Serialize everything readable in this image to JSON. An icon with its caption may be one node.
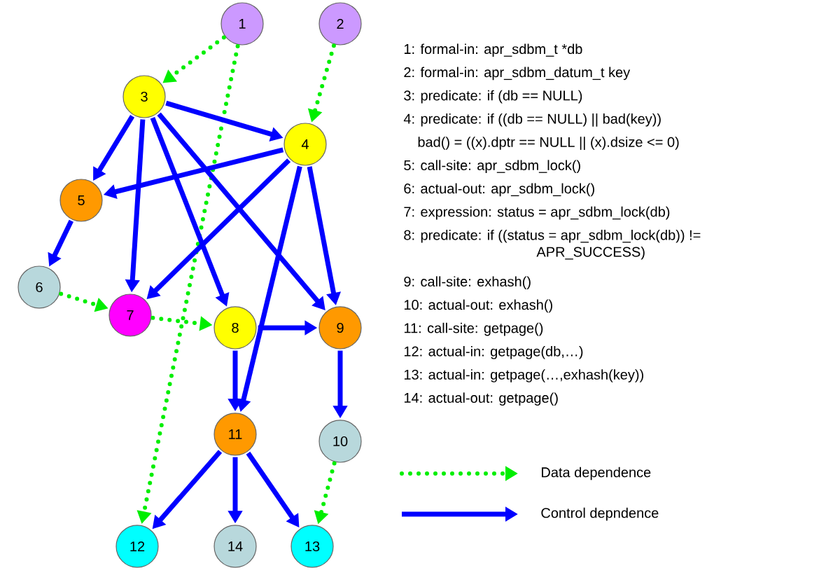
{
  "diagram": {
    "nodes": [
      {
        "text": [
          "1"
        ]
      },
      {
        "text": [
          "2"
        ]
      },
      {
        "text": [
          "3"
        ]
      },
      {
        "text": [
          "4"
        ]
      },
      {
        "text": [
          "5"
        ]
      },
      {
        "text": [
          "6"
        ]
      },
      {
        "text": [
          "7"
        ]
      },
      {
        "text": [
          "8"
        ]
      },
      {
        "text": [
          "9"
        ]
      },
      {
        "text": [
          "10"
        ]
      },
      {
        "text": [
          "11"
        ]
      },
      {
        "text": [
          "12"
        ]
      },
      {
        "text": [
          "13"
        ]
      },
      {
        "text": [
          "14"
        ]
      }
    ],
    "edges": [
      {
        "from": 0,
        "to": 2,
        "arrow": "to",
        "style": "dashed",
        "color": "#00ee00"
      },
      {
        "from": 0,
        "to": 11,
        "arrow": "to",
        "style": "dashed",
        "color": "#00ee00"
      },
      {
        "from": 1,
        "to": 3,
        "arrow": "to",
        "style": "dashed",
        "color": "#00ee00"
      },
      {
        "from": 2,
        "to": 3,
        "arrow": "to"
      },
      {
        "from": 2,
        "to": 4,
        "arrow": "to"
      },
      {
        "from": 2,
        "to": 6,
        "arrow": "to"
      },
      {
        "from": 2,
        "to": 7,
        "arrow": "to"
      },
      {
        "from": 2,
        "to": 8,
        "arrow": "to"
      },
      {
        "from": 3,
        "to": 4,
        "arrow": "to"
      },
      {
        "from": 3,
        "to": 6,
        "arrow": "to"
      },
      {
        "from": 3,
        "to": 8,
        "arrow": "to"
      },
      {
        "from": 3,
        "to": 10,
        "arrow": "to"
      },
      {
        "from": 4,
        "to": 5,
        "arrow": "to"
      },
      {
        "from": 5,
        "to": 6,
        "arrow": "to",
        "style": "dashed",
        "color": "#00ee00"
      },
      {
        "from": 6,
        "to": 7,
        "arrow": "to",
        "style": "dashed",
        "color": "#00ee00"
      },
      {
        "from": 7,
        "to": 8,
        "arrow": "to"
      },
      {
        "from": 7,
        "to": 10,
        "arrow": "to"
      },
      {
        "from": 8,
        "to": 9,
        "arrow": "to"
      },
      {
        "from": 9,
        "to": 12,
        "arrow": "to",
        "style": "dashed",
        "color": "#00ee00"
      },
      {
        "from": 10,
        "to": 11,
        "arrow": "to"
      },
      {
        "from": 10,
        "to": 13,
        "arrow": "to"
      },
      {
        "from": 10,
        "to": 12,
        "arrow": "to"
      }
    ],
    "labels": [
      "1: formal-in:   apr_sdbm_t *db",
      "2: formal-in:   apr_sdbm_datum_t key",
      "3: predicate:   if (db == NULL)",
      "4: predicate:   if ((db == NULL) || bad(key))",
      "bad() = ((x).dptr == NULL || (x).dsize <= 0)",
      "5: call-site:    apr_sdbm_lock()",
      "6: actual-out:  apr_sdbm_lock()",
      "7: expression: status = apr_sdbm_lock(db)",
      "8: predicate:   if ((status = apr_sdbm_lock(db)) !=  APR_SUCCESS)",
      "9: call-site:     exhash()",
      "10: actual-out:  exhash()",
      "11: call-site:     getpage()",
      "12: actual-in:     getpage(db,…)",
      "13: actual-in:     getpage(…,exhash(key))",
      "14: actual-out:   getpage()"
    ],
    "legend": [
      {
        "text": "Data dependence"
      },
      {
        "text": "Control depndence"
      }
    ]
  }
}
